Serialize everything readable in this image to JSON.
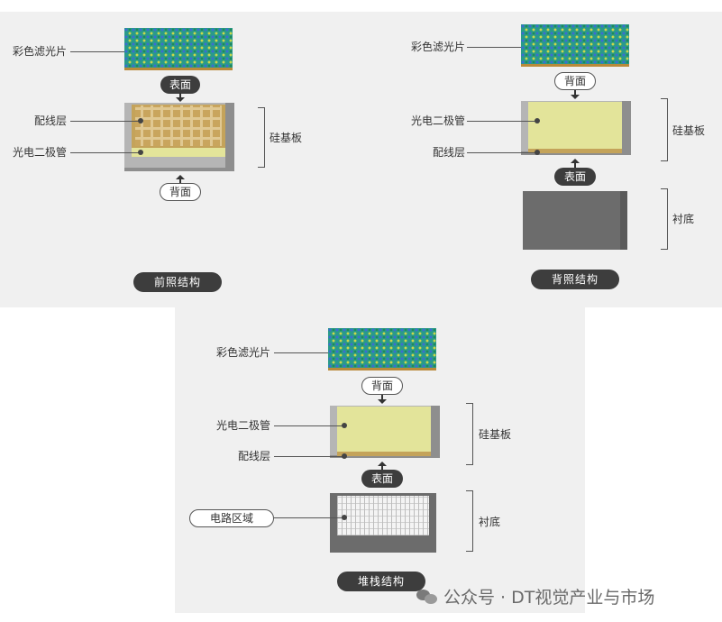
{
  "front": {
    "color_filter": "彩色滤光片",
    "wiring_layer": "配线层",
    "photodiode": "光电二极管",
    "silicon_substrate": "硅基板",
    "front_side": "表面",
    "back_side": "背面",
    "title": "前照结构"
  },
  "back": {
    "color_filter": "彩色滤光片",
    "photodiode": "光电二极管",
    "wiring_layer": "配线层",
    "silicon_substrate": "硅基板",
    "support_substrate": "衬底",
    "front_side": "表面",
    "back_side": "背面",
    "title": "背照结构"
  },
  "stacked": {
    "color_filter": "彩色滤光片",
    "photodiode": "光电二极管",
    "wiring_layer": "配线层",
    "silicon_substrate": "硅基板",
    "circuit_region": "电路区域",
    "support_substrate": "衬底",
    "front_side": "表面",
    "back_side": "背面",
    "title": "堆栈结构"
  },
  "watermark": {
    "text": "公众号 · DT视觉产业与市场"
  }
}
